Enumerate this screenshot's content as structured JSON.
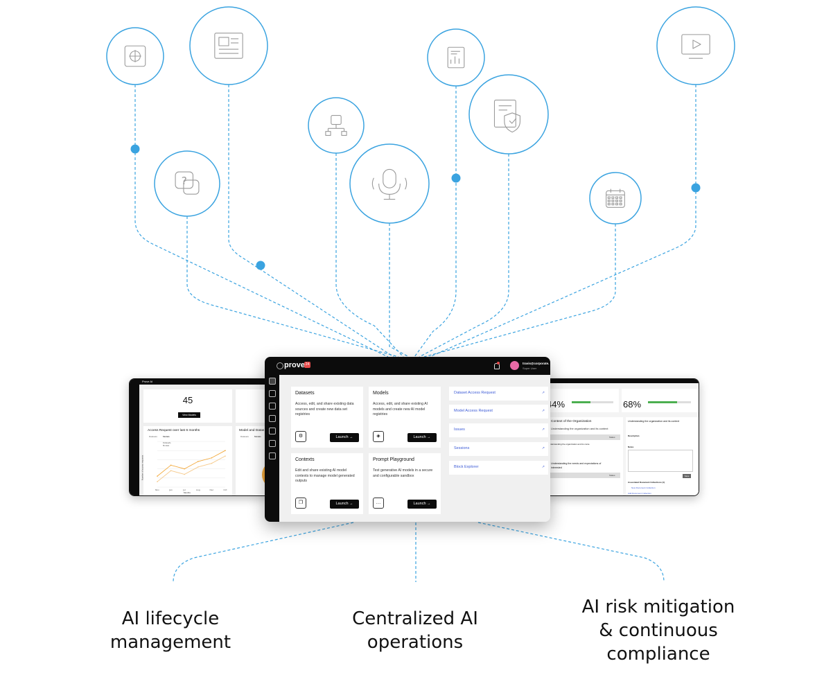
{
  "captions": {
    "lifecycle": [
      "AI lifecycle",
      "management"
    ],
    "operations": [
      "Centralized AI",
      "operations"
    ],
    "risk": [
      "AI risk mitigation",
      "& continuous",
      "compliance"
    ]
  },
  "colors": {
    "connector": "#3aa3e0",
    "circle_stroke": "#3aa3e0",
    "icon_stroke": "#9a9a9a",
    "dark": "#0c0c0c",
    "link": "#3d5bd6",
    "accent_red": "#e54b4b",
    "avatar": "#e86aa6"
  },
  "icon_nodes": [
    {
      "name": "brain-chip-icon"
    },
    {
      "name": "newspaper-icon"
    },
    {
      "name": "help-chat-icon"
    },
    {
      "name": "network-tree-icon"
    },
    {
      "name": "microphone-icon"
    },
    {
      "name": "report-document-icon"
    },
    {
      "name": "shield-document-icon"
    },
    {
      "name": "calendar-grid-icon"
    },
    {
      "name": "video-monitor-icon"
    }
  ],
  "main_app": {
    "brand": "prove",
    "brand_badge": "24",
    "user_name": "travis@corporate.",
    "user_role": "Super User",
    "cards": [
      {
        "title": "Datasets",
        "desc": "Access, edit, and share existing data sources and create new data set registries",
        "button": "Launch",
        "icon": "dataset-icon"
      },
      {
        "title": "Models",
        "desc": "Access, edit, and share existing AI models and create new AI model registries",
        "button": "Launch",
        "icon": "model-icon"
      },
      {
        "title": "Contexts",
        "desc": "Edit and share existing AI model contexts to manage model generated outputs",
        "button": "Launch",
        "icon": "context-icon"
      },
      {
        "title": "Prompt Playground",
        "desc": "Test generative AI models in a secure and configurable sandbox",
        "button": "Launch",
        "icon": "prompt-icon"
      }
    ],
    "links": [
      "Dataset Access Request",
      "Model Access Request",
      "Issues",
      "Sessions",
      "Block Explorer"
    ]
  },
  "left_app": {
    "title": "Prove AI",
    "kpi_value": "45",
    "kpi_button": "View Models",
    "chart_title": "Access Request over last 6 months",
    "chart_tabs": [
      "Datasets",
      "Models"
    ],
    "right_panel_title": "Model and Datas",
    "right_tabs": [
      "Datasets",
      "Models"
    ],
    "y_axis_label": "Number of access requests",
    "x_axis_label": "Months",
    "months": [
      "Nov",
      "Jan",
      "Jul",
      "Aug",
      "Dec",
      "Oct"
    ]
  },
  "right_app": {
    "pct_1": "44%",
    "pct_2": "68%",
    "section_title": "Context of the Organization",
    "section_sub": "Understanding the organization and its context",
    "col_status": "Status",
    "row_1": "Understanding the organization and its conte",
    "row_2": "Understanding the needs and expectations of interested",
    "panel_title": "Understanding the organization and its context",
    "panel_desc_label": "Description",
    "panel_notes_label": "Notes",
    "panel_save": "Save",
    "assoc_label": "Associated Document Collections (1)",
    "assoc_item": "New Document Collection",
    "add_link": "Add Document Collection"
  },
  "chart_data": {
    "type": "line",
    "title": "Access Request over last 6 months",
    "xlabel": "Months",
    "ylabel": "Number of access requests",
    "categories": [
      "Nov",
      "Jan",
      "Jul",
      "Aug",
      "Dec",
      "Oct"
    ],
    "series": [
      {
        "name": "Datasets",
        "values": [
          6,
          12,
          10,
          14,
          16,
          20
        ]
      },
      {
        "name": "Models",
        "values": [
          3,
          9,
          7,
          11,
          13,
          17
        ]
      }
    ],
    "ylim": [
      0,
      25
    ]
  }
}
